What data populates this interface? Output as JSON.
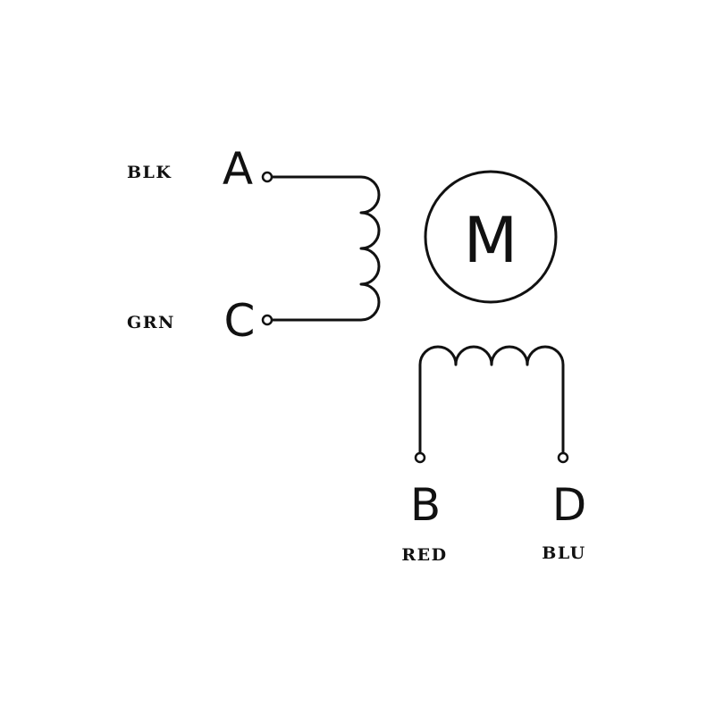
{
  "motor": {
    "label": "M"
  },
  "terminals": {
    "a": {
      "letter": "A",
      "wire_color": "BLK"
    },
    "c": {
      "letter": "C",
      "wire_color": "GRN"
    },
    "b": {
      "letter": "B",
      "wire_color": "RED"
    },
    "d": {
      "letter": "D",
      "wire_color": "BLU"
    }
  },
  "colors": {
    "line": "#111111",
    "background": "#ffffff"
  }
}
